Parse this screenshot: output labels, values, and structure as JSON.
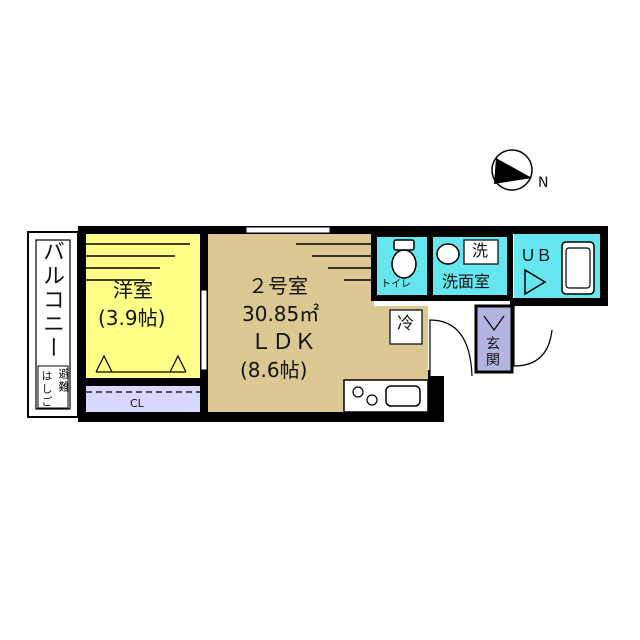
{
  "balcony": {
    "label": "バルコニー",
    "escape_label": "避難",
    "ladder_label": "はしご"
  },
  "western_room": {
    "name": "洋室",
    "size": "(3.9帖)",
    "fill": "#ffff88"
  },
  "closet": {
    "label": "CL",
    "fill": "#d8d8ff"
  },
  "ldk": {
    "room_no": "２号室",
    "area": "30.85㎡",
    "type": "ＬＤＫ",
    "size": "(8.6帖)",
    "fill": "#dcc892"
  },
  "fridge": {
    "label": "冷"
  },
  "toilet": {
    "label": "トイレ",
    "fill": "#66e6ee"
  },
  "washroom": {
    "label": "洗面室",
    "washer_label": "洗",
    "fill": "#66e6ee"
  },
  "bath": {
    "label": "ＵＢ",
    "fill": "#66e6ee"
  },
  "entrance": {
    "label": "玄関",
    "fill": "#b4b4e0"
  },
  "compass": {
    "label": "N",
    "icon": "north-arrow-icon"
  },
  "colors": {
    "wall": "#000000",
    "line": "#222222"
  }
}
